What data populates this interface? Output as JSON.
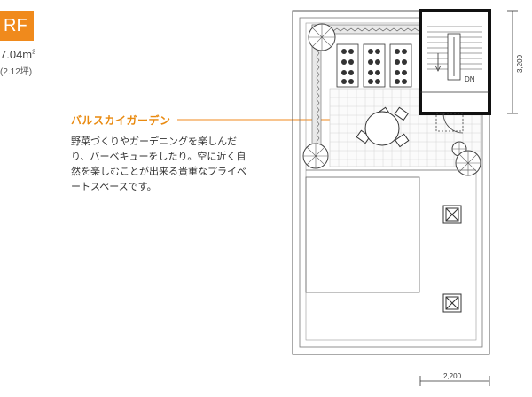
{
  "floor_badge": "RF",
  "area_text": "7.04m",
  "area_unit_sup": "2",
  "tsubo_text": "(2.12坪)",
  "callout": {
    "title": "バルスカイガーデン",
    "body": "野菜づくりやガーデニングを楽しんだり、バーベキューをしたり。空に近く自然を楽しむことが出来る貴重なプライベートスペースです。"
  },
  "plan": {
    "stair_label": "DN",
    "dim_vertical": "3,200",
    "dim_horizontal": "2,200"
  },
  "colors": {
    "accent": "#f08a1c",
    "callout_text": "#e98a10",
    "line": "#333333"
  }
}
